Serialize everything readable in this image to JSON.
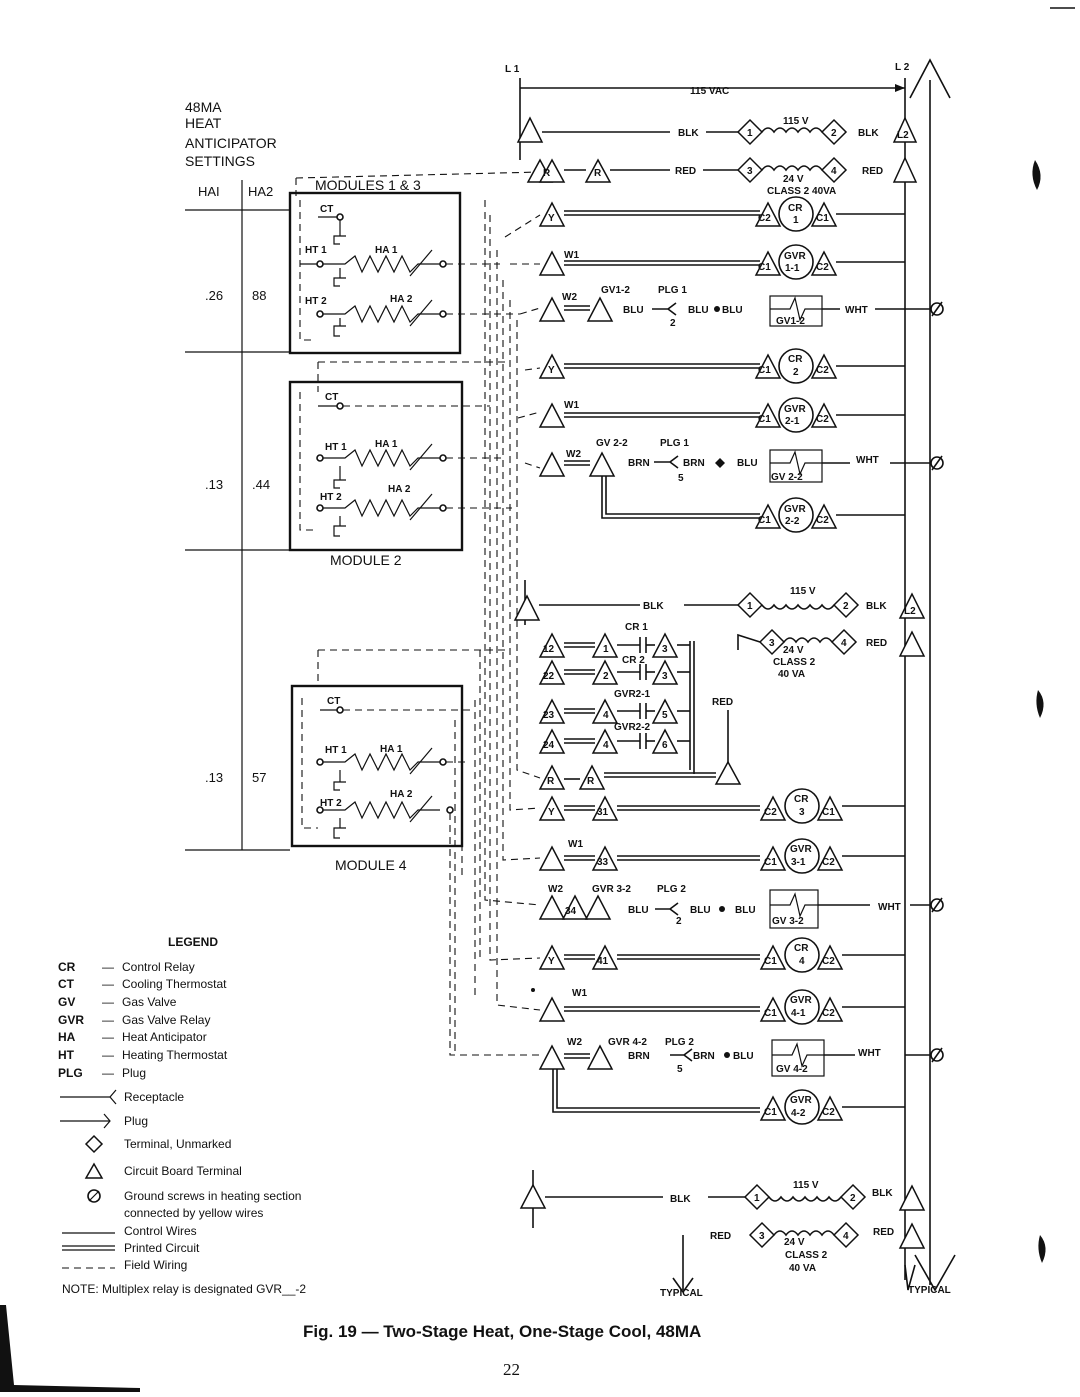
{
  "heat_anticipator": {
    "title": [
      "48MA",
      "HEAT",
      "ANTICIPATOR",
      "SETTINGS"
    ],
    "headers": [
      "HAI",
      "HA2"
    ],
    "rows": [
      {
        "ha1": ".26",
        "ha2": "88"
      },
      {
        "ha1": ".13",
        "ha2": ".44"
      },
      {
        "ha1": ".13",
        "ha2": "57"
      }
    ]
  },
  "modules": {
    "m13": "MODULES 1 & 3",
    "m2": "MODULE  2",
    "m4": "MODULE 4"
  },
  "module_labels": {
    "ct": "CT",
    "ht1": "HT 1",
    "ha1": "HA 1",
    "ht2": "HT 2",
    "ha2": "HA 2"
  },
  "lines": {
    "l1": "L 1",
    "l2": "L 2",
    "vac": "115 VAC"
  },
  "transformer": {
    "v115": "115 V",
    "v24": "24 V",
    "class_line": "CLASS 2 40VA",
    "class": "CLASS 2",
    "va": "40 VA"
  },
  "wire_colors": {
    "blk": "BLK",
    "red": "RED",
    "wht": "WHT",
    "blu": "BLU",
    "brn": "BRN"
  },
  "terminals": {
    "r": "R",
    "y": "Y",
    "w1": "W1",
    "w2": "W2",
    "l2": "L2",
    "t1": "1",
    "t2": "2",
    "t3": "3",
    "t4": "4",
    "t5": "5",
    "t6": "6",
    "t12": "12",
    "t22": "22",
    "t23": "23",
    "t24": "24",
    "t31": "31",
    "t33": "33",
    "t34": "34",
    "t41": "41",
    "c1": "C1",
    "c2": "C2"
  },
  "relays": {
    "cr1": [
      "CR",
      "1"
    ],
    "cr2": [
      "CR",
      "2"
    ],
    "cr3": [
      "CR",
      "3"
    ],
    "cr4": [
      "CR",
      "4"
    ],
    "gvr11": [
      "GVR",
      "1-1"
    ],
    "gvr21": [
      "GVR",
      "2-1"
    ],
    "gvr22": [
      "GVR",
      "2-2"
    ],
    "gvr31": [
      "GVR",
      "3-1"
    ],
    "gvr41": [
      "GVR",
      "4-1"
    ],
    "gvr42": [
      "GVR",
      "4-2"
    ]
  },
  "valves": {
    "gv12": "GV1-2",
    "gv22": "GV 2-2",
    "gv32": "GV 3-2",
    "gv42": "GV 4-2",
    "lbl_gv12": "GV1-2",
    "lbl_gv22": "GV 2-2",
    "lbl_gvr32": "GVR 3-2",
    "lbl_gvr42": "GVR 4-2"
  },
  "plugs": {
    "plg1": "PLG 1",
    "plg2": "PLG 2"
  },
  "board": {
    "cr1": "CR 1",
    "cr2": "CR 2",
    "gvr21": "GVR2-1",
    "gvr22": "GVR2-2"
  },
  "typical": "TYPICAL",
  "legend": {
    "title": "LEGEND",
    "items": [
      {
        "abbr": "CR",
        "desc": "Control Relay"
      },
      {
        "abbr": "CT",
        "desc": "Cooling Thermostat"
      },
      {
        "abbr": "GV",
        "desc": "Gas Valve"
      },
      {
        "abbr": "GVR",
        "desc": "Gas Valve Relay"
      },
      {
        "abbr": "HA",
        "desc": "Heat Anticipator"
      },
      {
        "abbr": "HT",
        "desc": "Heating Thermostat"
      },
      {
        "abbr": "PLG",
        "desc": "Plug"
      }
    ],
    "symbols": {
      "receptacle": "Receptacle",
      "plug": "Plug",
      "terminal_unmarked": "Terminal, Unmarked",
      "circuit_board_terminal": "Circuit Board Terminal",
      "ground": "Ground screws in heating section",
      "ground2": "connected by yellow wires",
      "control_wires": "Control Wires",
      "printed_circuit": "Printed Circuit",
      "field_wiring": "Field Wiring"
    },
    "note": "NOTE:  Multiplex relay is designated GVR__-2"
  },
  "caption": "Fig. 19 — Two-Stage Heat, One-Stage Cool, 48MA",
  "page_number": "22"
}
